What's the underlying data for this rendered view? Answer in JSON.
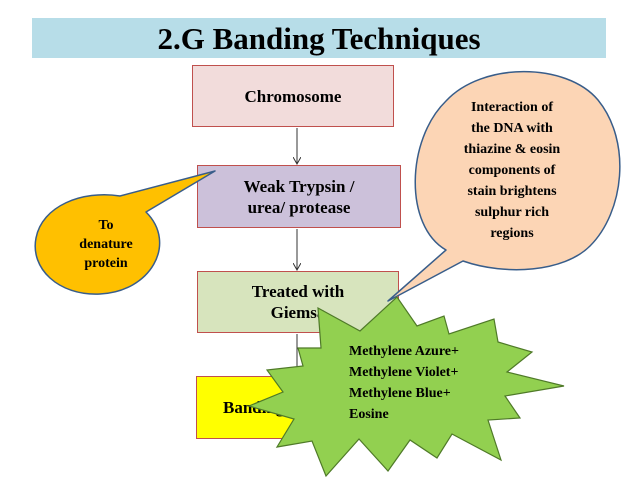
{
  "title": "2.G Banding Techniques",
  "flow": {
    "step1": "Chromosome",
    "step2": "Weak Trypsin /\nurea/ protease",
    "step3": "Treated with\nGiemsa",
    "step4": "Banding"
  },
  "callouts": {
    "denature": "To\ndenature\nprotein",
    "interaction": "Interaction of\nthe DNA with\nthiazine & eosin\ncomponents of\nstain  brightens\nsulphur rich\nregions",
    "stain_components": "Methylene Azure+\nMethylene Violet+\nMethylene Blue+\nEosine"
  },
  "colors": {
    "title_bar": "#b7dde8",
    "chromosome_box": "#f2dcdb",
    "trypsin_box": "#ccc1da",
    "giemsa_box": "#d7e4bd",
    "banding_box": "#ffff00",
    "denature_callout": "#ffc000",
    "interaction_callout": "#fcd5b5",
    "star_burst": "#92d050",
    "border": "#c0504d"
  }
}
